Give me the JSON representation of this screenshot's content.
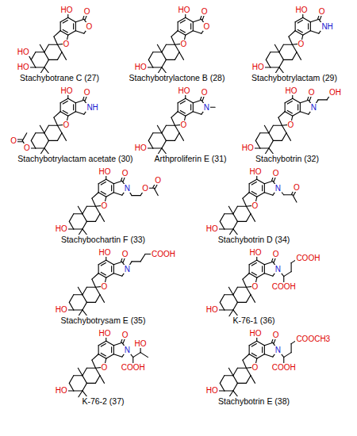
{
  "diagram": {
    "labels": [
      "Stachybotrane C (27)",
      "HO",
      "O",
      "O",
      "O",
      "HO",
      "HO",
      "Stachybotrylactone B (28)",
      "HO",
      "O",
      "O",
      "O",
      "HO",
      "Stachybotrylactam (29)",
      "HO",
      "O",
      "NH",
      "O",
      "HO",
      "Stachybotrylactam acetate (30)",
      "HO",
      "O",
      "NH",
      "O",
      "O",
      "O",
      "Arthproliferin E (31)",
      "HO",
      "O",
      "N",
      "O",
      "HO",
      "Stachybotrin (32)",
      "HO",
      "O",
      "N",
      "OH",
      "O",
      "HO",
      "Stachybochartin F (33)",
      "HO",
      "O",
      "N",
      "O",
      "O",
      "O",
      "HO",
      "Stachybotrin D (34)",
      "HO",
      "O",
      "N",
      "O",
      "O",
      "HO",
      "Stachybotrysam E (35)",
      "HO",
      "O",
      "N",
      "COOH",
      "O",
      "HO",
      "K-76-1 (36)",
      "HO",
      "O",
      "N",
      "COOH",
      "COOH",
      "O",
      "HO",
      "K-76-2 (37)",
      "HO",
      "O",
      "N",
      "COOH",
      "HO",
      "O",
      "HO",
      "Stachybotrin E (38)",
      "HO",
      "O",
      "N",
      "COOH",
      "COOCH3",
      "O",
      "HO"
    ]
  }
}
